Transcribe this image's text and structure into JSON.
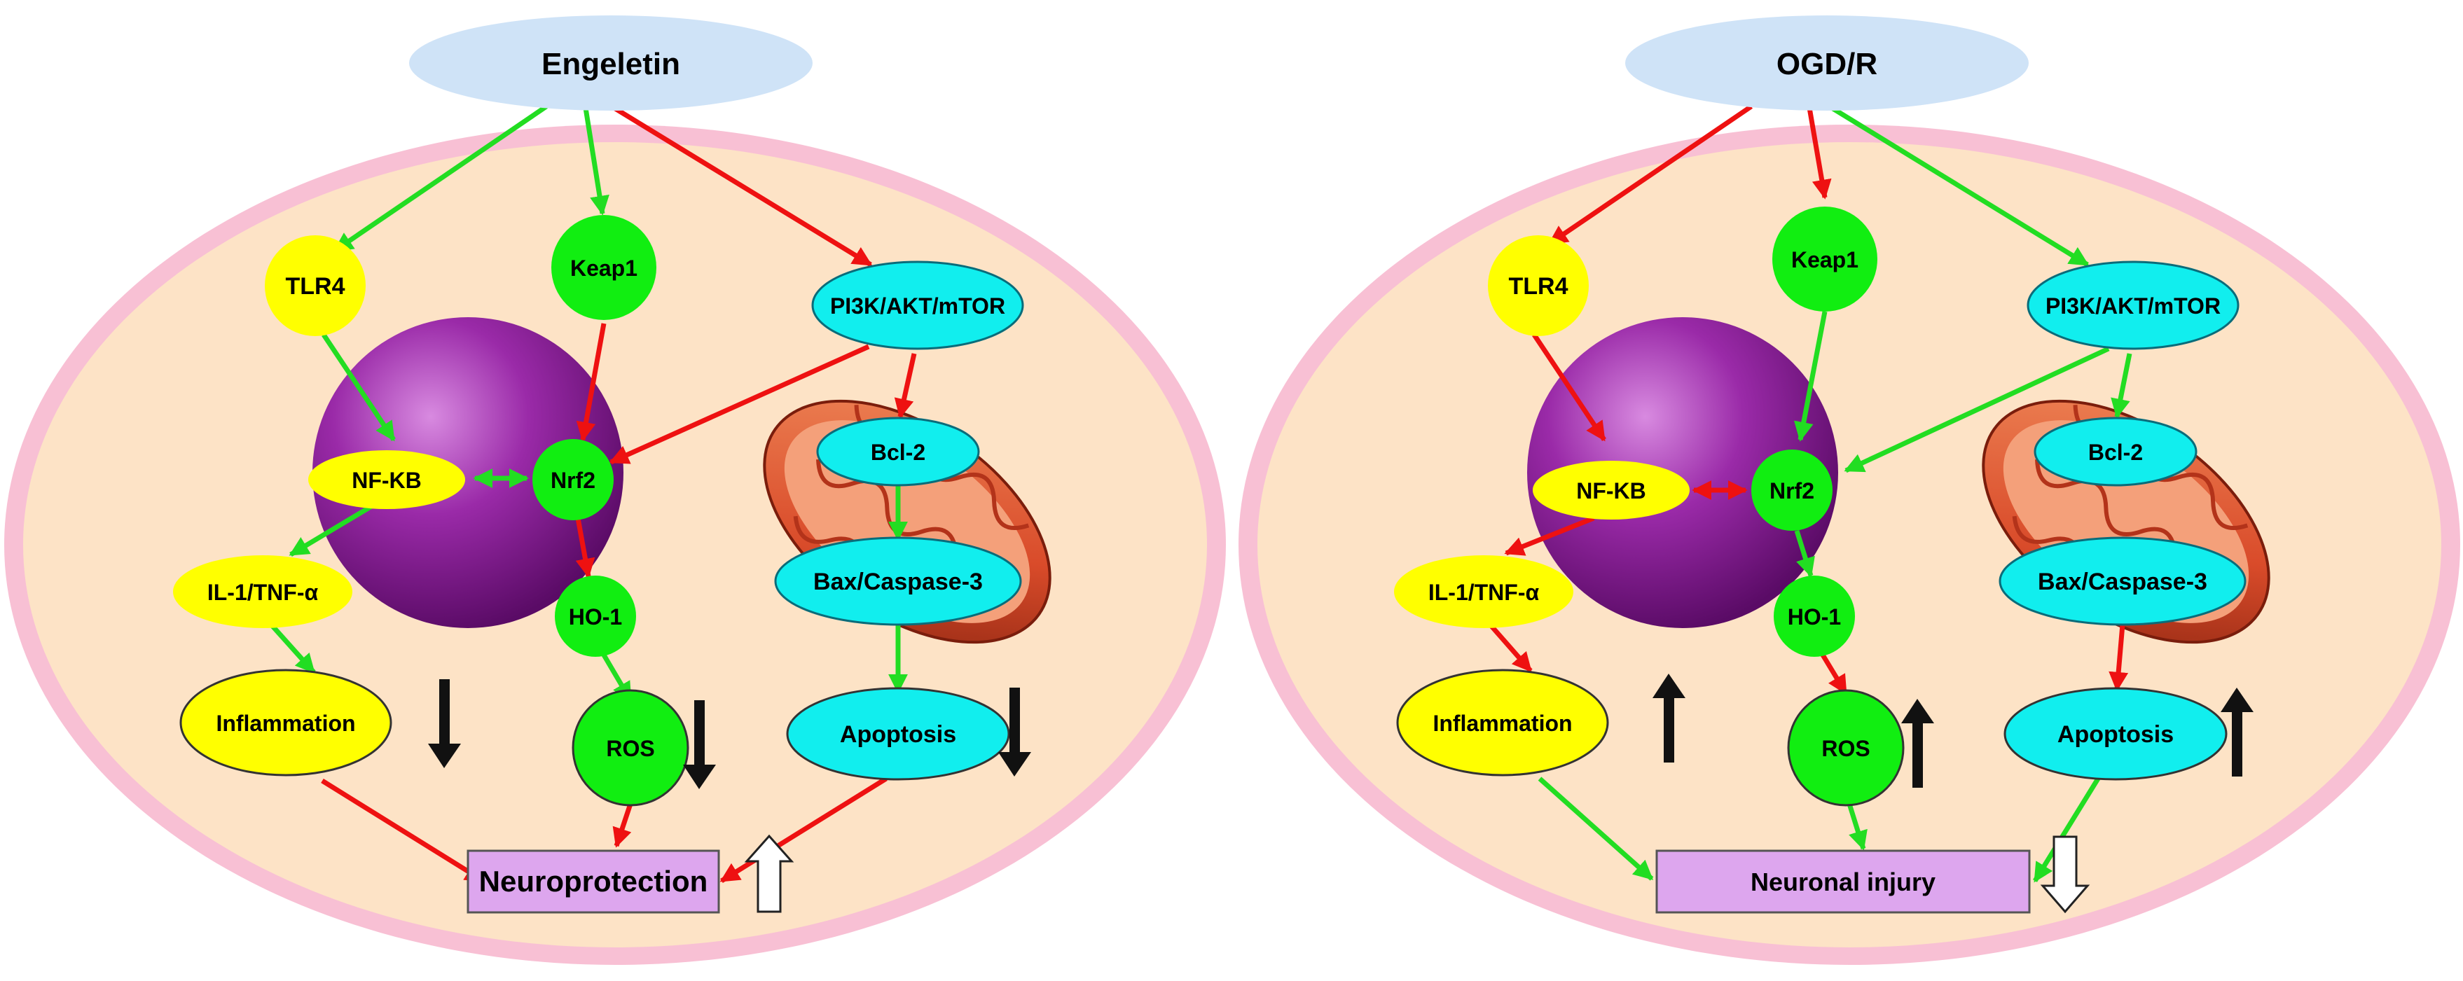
{
  "colors": {
    "activate": "#22dd22",
    "inhibit": "#ee1111",
    "yellow_node": "#ffff00",
    "green_node": "#11ee11",
    "cyan_node": "#11eeee",
    "purple_box": "#dda6ee",
    "cell_fill": "#fde3c6",
    "cell_membrane": "#f8c0d4",
    "stimulus_fill": "#cfe3f7",
    "nucleus": "#8d1e9d",
    "mitochondrion": "#d94b2a"
  },
  "panels": [
    {
      "stimulus": "Engeletin",
      "nodes": {
        "tlr4": "TLR4",
        "keap1": "Keap1",
        "pi3k": "PI3K/AKT/mTOR",
        "nfkb": "NF-KB",
        "nrf2": "Nrf2",
        "bcl2": "Bcl-2",
        "il1": "IL-1/TNF-α",
        "ho1": "HO-1",
        "bax": "Bax/Caspase-3",
        "inflammation": "Inflammation",
        "ros": "ROS",
        "apoptosis": "Apoptosis"
      },
      "outcome": "Neuroprotection",
      "indicators": {
        "inflammation": "down",
        "ros": "down",
        "apoptosis": "down",
        "outcome": "up"
      }
    },
    {
      "stimulus": "OGD/R",
      "nodes": {
        "tlr4": "TLR4",
        "keap1": "Keap1",
        "pi3k": "PI3K/AKT/mTOR",
        "nfkb": "NF-KB",
        "nrf2": "Nrf2",
        "bcl2": "Bcl-2",
        "il1": "IL-1/TNF-α",
        "ho1": "HO-1",
        "bax": "Bax/Caspase-3",
        "inflammation": "Inflammation",
        "ros": "ROS",
        "apoptosis": "Apoptosis"
      },
      "outcome": "Neuronal injury",
      "indicators": {
        "inflammation": "up",
        "ros": "up",
        "apoptosis": "up",
        "outcome": "down"
      }
    }
  ]
}
